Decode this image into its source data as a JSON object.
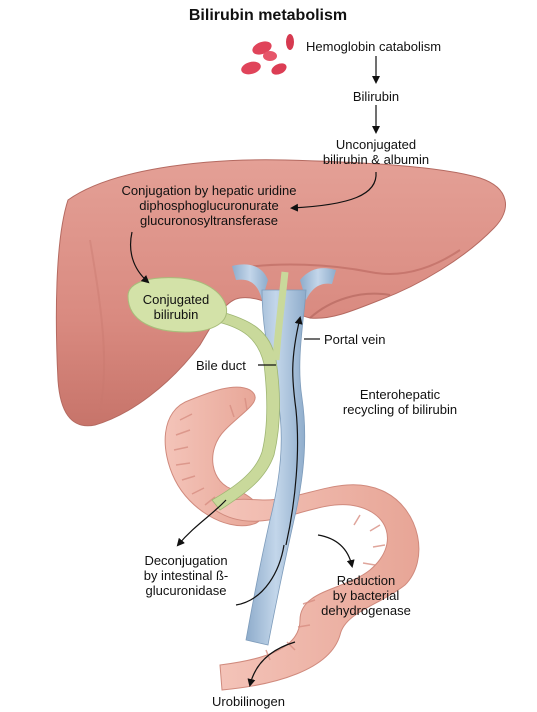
{
  "title": "Bilirubin metabolism",
  "labels": {
    "hemoglobin": "Hemoglobin catabolism",
    "bilirubin": "Bilirubin",
    "unconjugated_1": "Unconjugated",
    "unconjugated_2": "bilirubin & albumin",
    "conjugation_1": "Conjugation by hepatic uridine",
    "conjugation_2": "diphosphoglucuronurate",
    "conjugation_3": "glucuronosyltransferase",
    "conjugated_1": "Conjugated",
    "conjugated_2": "bilirubin",
    "portal_vein": "Portal vein",
    "bile_duct": "Bile duct",
    "enterohepatic_1": "Enterohepatic",
    "enterohepatic_2": "recycling of bilirubin",
    "deconjugation_1": "Deconjugation",
    "deconjugation_2": "by intestinal ß-",
    "deconjugation_3": "glucuronidase",
    "reduction_1": "Reduction",
    "reduction_2": "by bacterial",
    "reduction_3": "dehydrogenase",
    "urobilinogen": "Urobilinogen"
  },
  "colors": {
    "liver": "#d98a80",
    "liver_shadow": "#b9665e",
    "gallbladder": "#d3e2a8",
    "bile_duct": "#c9d99b",
    "portal_vein": "#a9c3dc",
    "intestine": "#eeb3a7",
    "intestine_fold": "#d88f83",
    "red_cell": "#e0445a",
    "arrow": "#111111"
  }
}
